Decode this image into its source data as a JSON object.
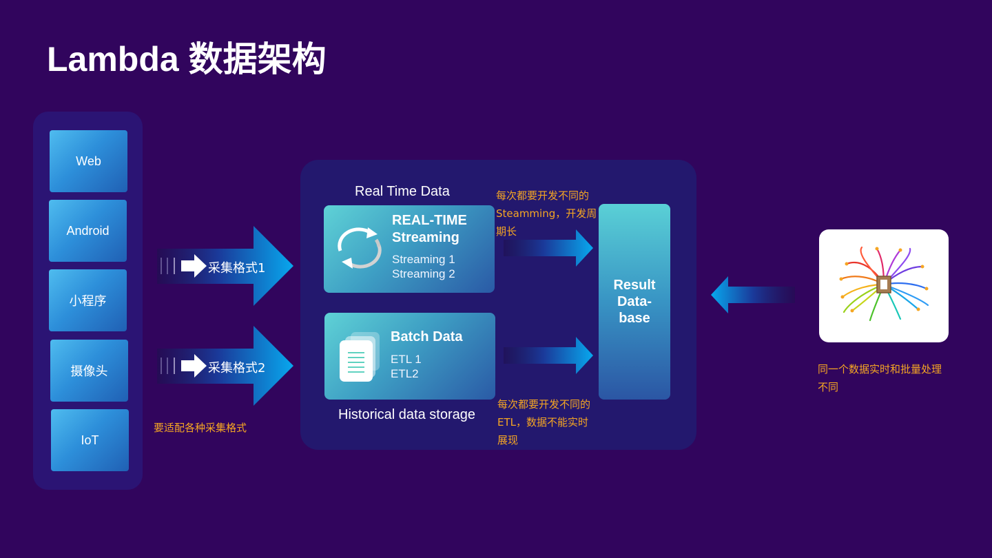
{
  "title": "Lambda 数据架构",
  "sources": [
    "Web",
    "Android",
    "小程序",
    "摄像头",
    "IoT"
  ],
  "ingest": {
    "arrow1_label": "采集格式1",
    "arrow2_label": "采集格式2",
    "note": "要适配各种采集格式"
  },
  "realtime": {
    "section_label": "Real Time Data",
    "title_line1": "REAL-TIME",
    "title_line2": "Streaming",
    "items": [
      "Streaming 1",
      "Streaming 2"
    ],
    "note_lines": [
      "每次都要开发不同的",
      "Steamming，开发周",
      "期长"
    ]
  },
  "batch": {
    "section_label": "Historical data storage",
    "title": "Batch Data",
    "items": [
      "ETL 1",
      "ETL2"
    ],
    "note_lines": [
      "每次都要开发不同的",
      "ETL，数据不能实时",
      "展现"
    ]
  },
  "result": {
    "label": "Result\nData-\nbase"
  },
  "consumer": {
    "icon": "brain-circuit-icon",
    "note_lines": [
      "同一个数据实时和批量处理",
      "不同"
    ]
  },
  "colors": {
    "background": "#31055d",
    "panel": "#2b1474",
    "accent_note": "#f5a623",
    "arrow_blue": "#0a8fe0"
  }
}
